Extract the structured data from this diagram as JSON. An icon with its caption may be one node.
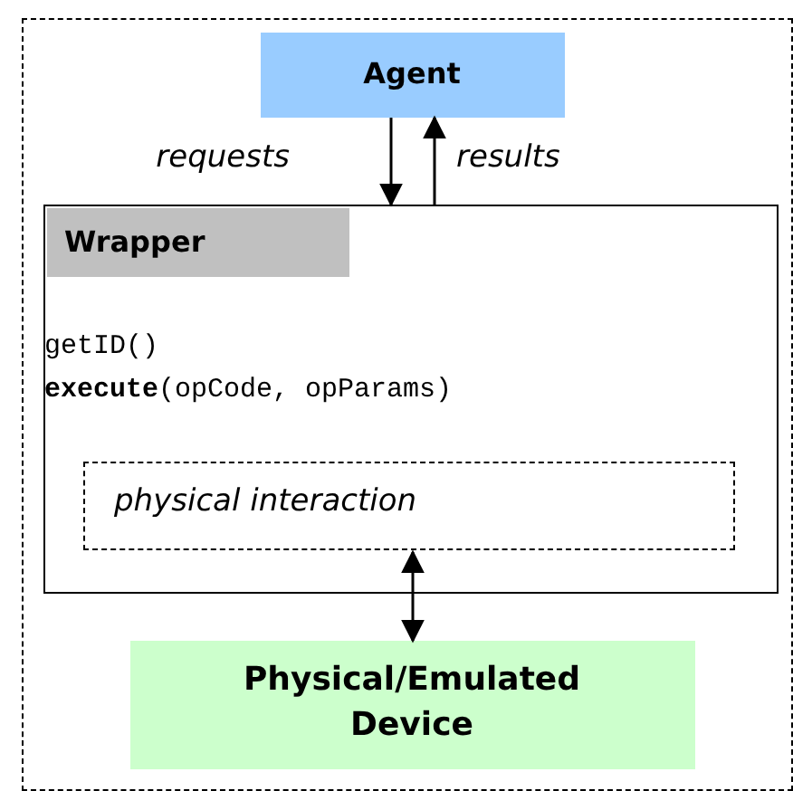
{
  "diagram": {
    "nodes": [
      {
        "text": [],
        "shape": "box"
      },
      {
        "text": [
          "Agent"
        ],
        "in": 0
      },
      {
        "text": [
          "Wrapper",
          "getID()",
          "**execute**(opCode, opParams)"
        ],
        "in": 0
      },
      {
        "text": [
          "physical interaction"
        ],
        "in": 2
      },
      {
        "text": [
          "Physical/Emulated Device"
        ],
        "in": 0
      }
    ],
    "edges": [
      {
        "from": 1,
        "to": 2,
        "arrow": "to",
        "label": "requests"
      },
      {
        "from": 2,
        "to": 1,
        "arrow": "to",
        "label": "results"
      },
      {
        "from": 3,
        "to": 4,
        "arrow": "both"
      }
    ]
  }
}
